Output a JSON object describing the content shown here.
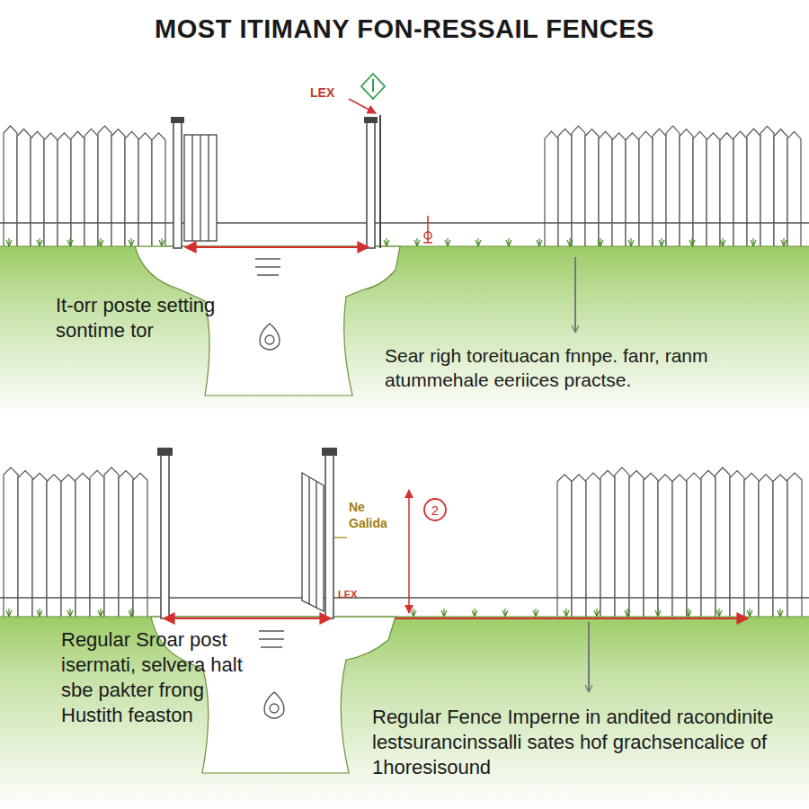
{
  "diagram": {
    "title": "MOST ITIMANY FON-RESSAIL FENCES",
    "labels": [
      "LEX",
      "It-orr poste setting sontime tor",
      "Sear righ toreituacan fnnpe. fanr, ranm atummehale eeriices practse.",
      "Ne Galida",
      "2",
      "LEX",
      "Regular Sroar post isermati, selvera halt sbe pakter frong Hustith feaston",
      "Regular Fence Imperne in andited racondinite lestsurancinssalli sates hof grachsencalice of 1horesisound"
    ]
  }
}
